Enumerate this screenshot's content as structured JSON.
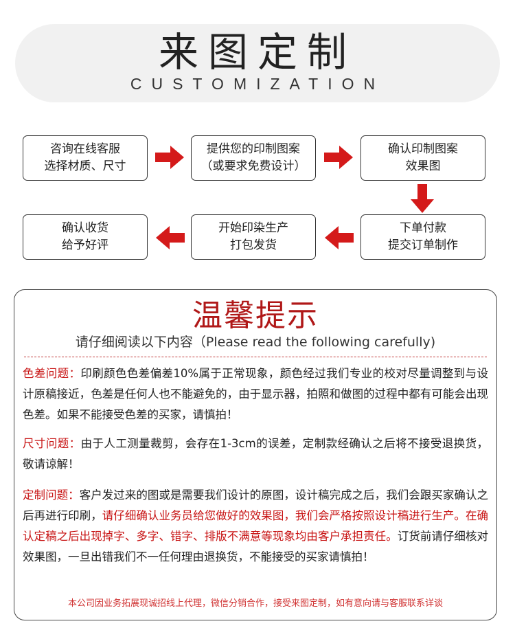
{
  "header": {
    "title": "来图定制",
    "subtitle": "CUSTOMIZATION"
  },
  "steps": [
    {
      "line1": "咨询在线客服",
      "line2": "选择材质、尺寸"
    },
    {
      "line1": "提供您的印制图案",
      "line2": "（或要求免费设计）"
    },
    {
      "line1": "确认印制图案",
      "line2": "效果图"
    },
    {
      "line1": "下单付款",
      "line2": "提交订单制作"
    },
    {
      "line1": "开始印染生产",
      "line2": "打包发货"
    },
    {
      "line1": "确认收货",
      "line2": "给予好评"
    }
  ],
  "colors": {
    "accent": "#c81414",
    "arrow": "#d41a1a",
    "header_bg": "#f1f1f1"
  },
  "notice": {
    "title": "温馨提示",
    "subtitle": "请仔细阅读以下内容（Please read the following carefully)",
    "color_diff": {
      "label": "色差问题：",
      "text": "印刷颜色色差偏差10%属于正常现象，颜色经过我们专业的校对尽量调整到与设计原稿接近，色差是任何人也不能避免的，由于显示器，拍照和做图的过程中都有可能会出现色差。如果不能接受色差的买家，请慎拍！"
    },
    "size": {
      "label": "尺寸问题：",
      "text": "由于人工测量裁剪，会存在1-3cm的误差，定制款经确认之后将不接受退换货，敬请谅解！"
    },
    "custom": {
      "label": "定制问题：",
      "text1": "客户发过来的图或是需要我们设计的原图，设计稿完成之后，我们会跟买家确认之后再进行印刷，",
      "text2_red": "请仔细确认业务员给您做好的效果图，我们会严格按照设计稿进行生产。在确认定稿之后出现掉字、多字、错字、排版不满意等现象均由客户承担责任。",
      "text3": "订货前请仔细核对效果图，一旦出错我们不一任何理由退换货，不能接受的买家请慎拍！"
    },
    "footer": "本公司因业务拓展现诚招线上代理，微信分销合作，接受来图定制，如有意向请与客服联系详谈"
  }
}
